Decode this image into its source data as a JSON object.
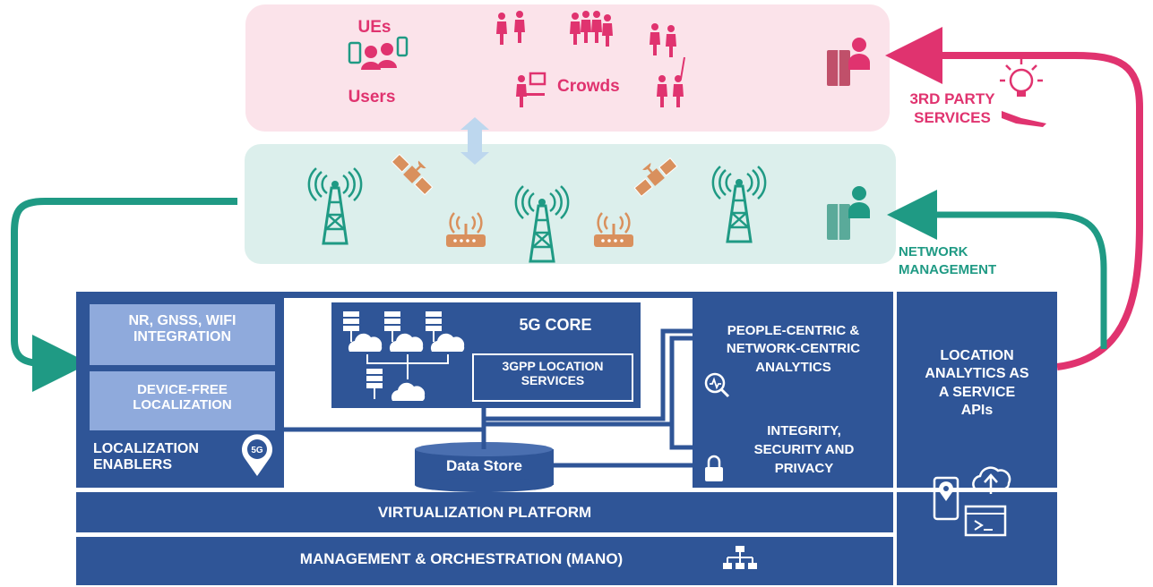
{
  "top": {
    "ues": "UEs",
    "users": "Users",
    "crowds": "Crowds"
  },
  "side": {
    "third_party": "3RD PARTY\nSERVICES",
    "network_management": "NETWORK\nMANAGEMENT"
  },
  "platform": {
    "nr_gnss_wifi": "NR, GNSS, WIFI\nINTEGRATION",
    "device_free": "DEVICE-FREE\nLOCALIZATION",
    "localization_enablers": "LOCALIZATION\nENABLERS",
    "core_5g": "5G CORE",
    "location_services": "3GPP LOCATION\nSERVICES",
    "data_store": "Data Store",
    "analytics": "PEOPLE-CENTRIC &\nNETWORK-CENTRIC\nANALYTICS",
    "integrity": "INTEGRITY,\nSECURITY AND\nPRIVACY",
    "laas": "LOCATION\nANALYTICS AS\nA SERVICE\nAPIs",
    "virtualization": "VIRTUALIZATION PLATFORM",
    "mano": "MANAGEMENT & ORCHESTRATION (MANO)",
    "pin_badge": "5G"
  },
  "colors": {
    "navy": "#2f5597",
    "navy_dark": "#203f7a",
    "light_blue_box": "#8faadc",
    "pink": "#e0336f",
    "pink_bg": "#fbe3ea",
    "teal": "#1f9a84",
    "teal_bg": "#dcefec",
    "orange": "#d9905d"
  },
  "icons": [
    "people-icon",
    "tower-icon",
    "satellite-icon",
    "router-icon",
    "server-icon",
    "cloud-icon",
    "lock-icon",
    "magnifier-icon",
    "phone-pin-icon",
    "cloud-upload-icon",
    "terminal-icon",
    "hierarchy-icon",
    "lightbulb-hand-icon",
    "operator-icon"
  ]
}
